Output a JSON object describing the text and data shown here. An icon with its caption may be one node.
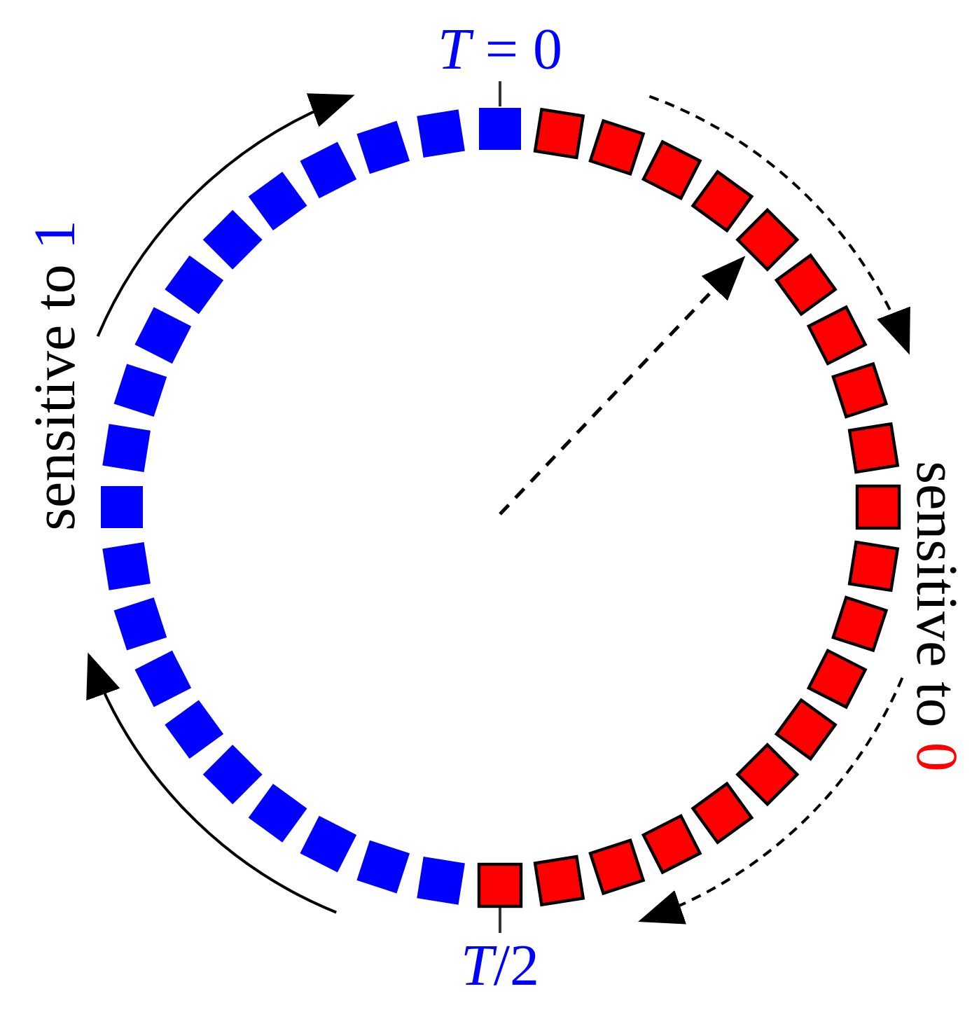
{
  "diagram": {
    "labels": [
      "*T* = 0",
      "*T*/2",
      "sensitive to 1",
      "sensitive to 0"
    ]
  }
}
